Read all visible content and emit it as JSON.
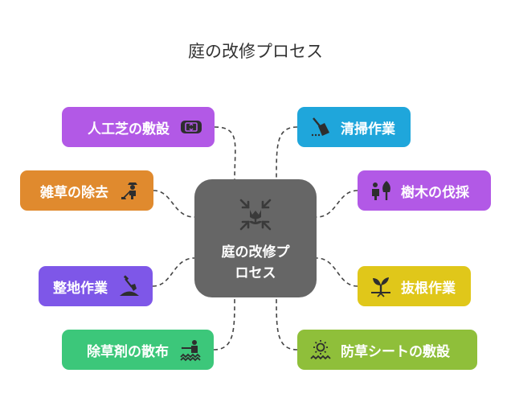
{
  "title": "庭の改修プロセス",
  "center": {
    "label": "庭の改修プ\nロセス",
    "icon": "compress-plant-icon"
  },
  "colors": {
    "center": "#666666",
    "purple": "#B259E6",
    "orange": "#E08A2E",
    "violet": "#7E57E8",
    "green": "#3CC77A",
    "blue": "#1FA6DB",
    "yellow": "#E0C71A",
    "olive": "#8FBF3A",
    "connector": "#444444"
  },
  "left_nodes": [
    {
      "label": "人工芝の敷設",
      "icon": "turf-roll-icon"
    },
    {
      "label": "雑草の除去",
      "icon": "gardener-hoe-icon"
    },
    {
      "label": "整地作業",
      "icon": "shovel-icon"
    },
    {
      "label": "除草剤の散布",
      "icon": "spray-worker-icon"
    }
  ],
  "right_nodes": [
    {
      "label": "清掃作業",
      "icon": "broom-icon"
    },
    {
      "label": "樹木の伐採",
      "icon": "tree-cutting-icon"
    },
    {
      "label": "抜根作業",
      "icon": "sprout-uproot-icon"
    },
    {
      "label": "防草シートの敷設",
      "icon": "sun-sheet-icon"
    }
  ]
}
